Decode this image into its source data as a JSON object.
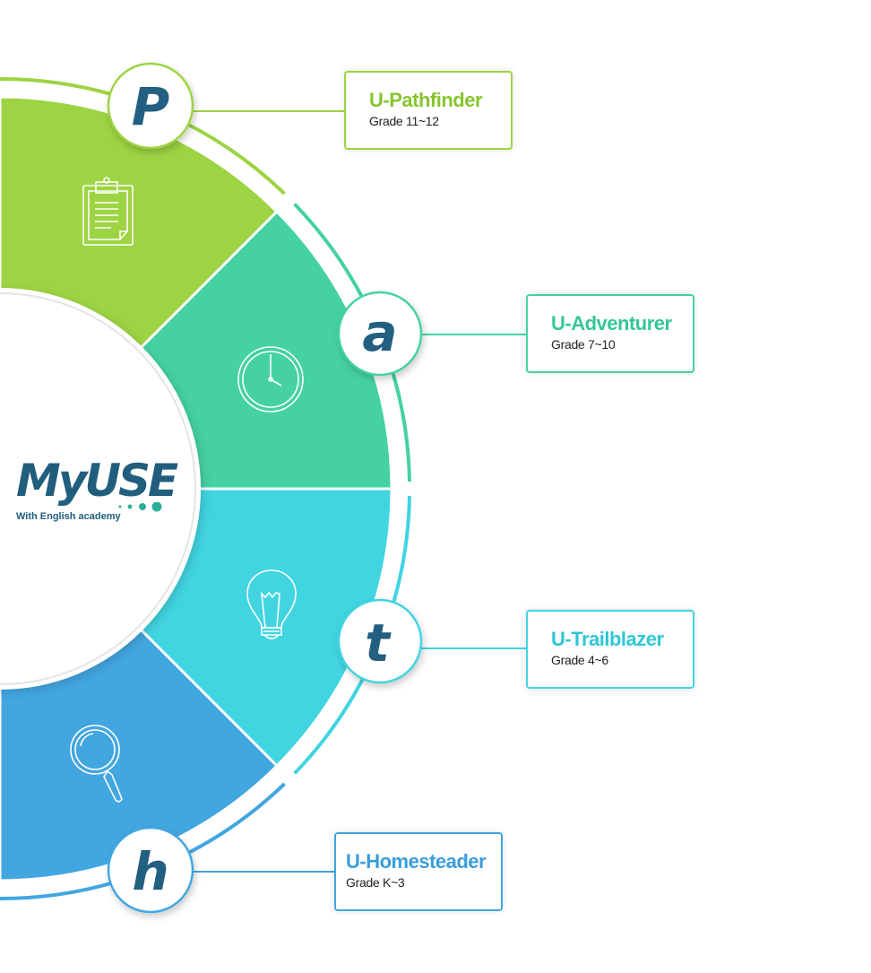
{
  "logo": {
    "name": "MyUSE",
    "tagline": "With English academy"
  },
  "colors": {
    "pathfinder": "#9dd443",
    "adventurer": "#45d1a3",
    "trailblazer": "#41d4e1",
    "homesteader": "#42a6e0",
    "letter": "#235f80"
  },
  "levels": [
    {
      "letter": "P",
      "title": "U-Pathfinder",
      "grade": "Grade 11~12",
      "icon": "clipboard-icon"
    },
    {
      "letter": "a",
      "title": "U-Adventurer",
      "grade": "Grade 7~10",
      "icon": "clock-icon"
    },
    {
      "letter": "t",
      "title": "U-Trailblazer",
      "grade": "Grade 4~6",
      "icon": "lightbulb-icon"
    },
    {
      "letter": "h",
      "title": "U-Homesteader",
      "grade": "Grade K~3",
      "icon": "magnifier-icon"
    }
  ]
}
